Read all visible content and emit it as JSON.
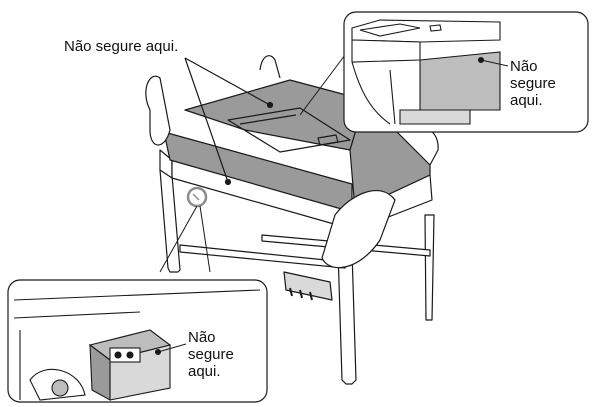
{
  "labels": {
    "main": "Não segure aqui.",
    "inset_top": [
      "Não",
      "segure",
      "aqui."
    ],
    "inset_bottom": [
      "Não",
      "segure",
      "aqui."
    ]
  },
  "colors": {
    "line": "#1a1a1a",
    "gray_panel": "#9a9a9a",
    "light_gray": "#d9d9d9",
    "mid_gray": "#bdbdbd",
    "magnifier_ring": "#8c8c8c"
  }
}
